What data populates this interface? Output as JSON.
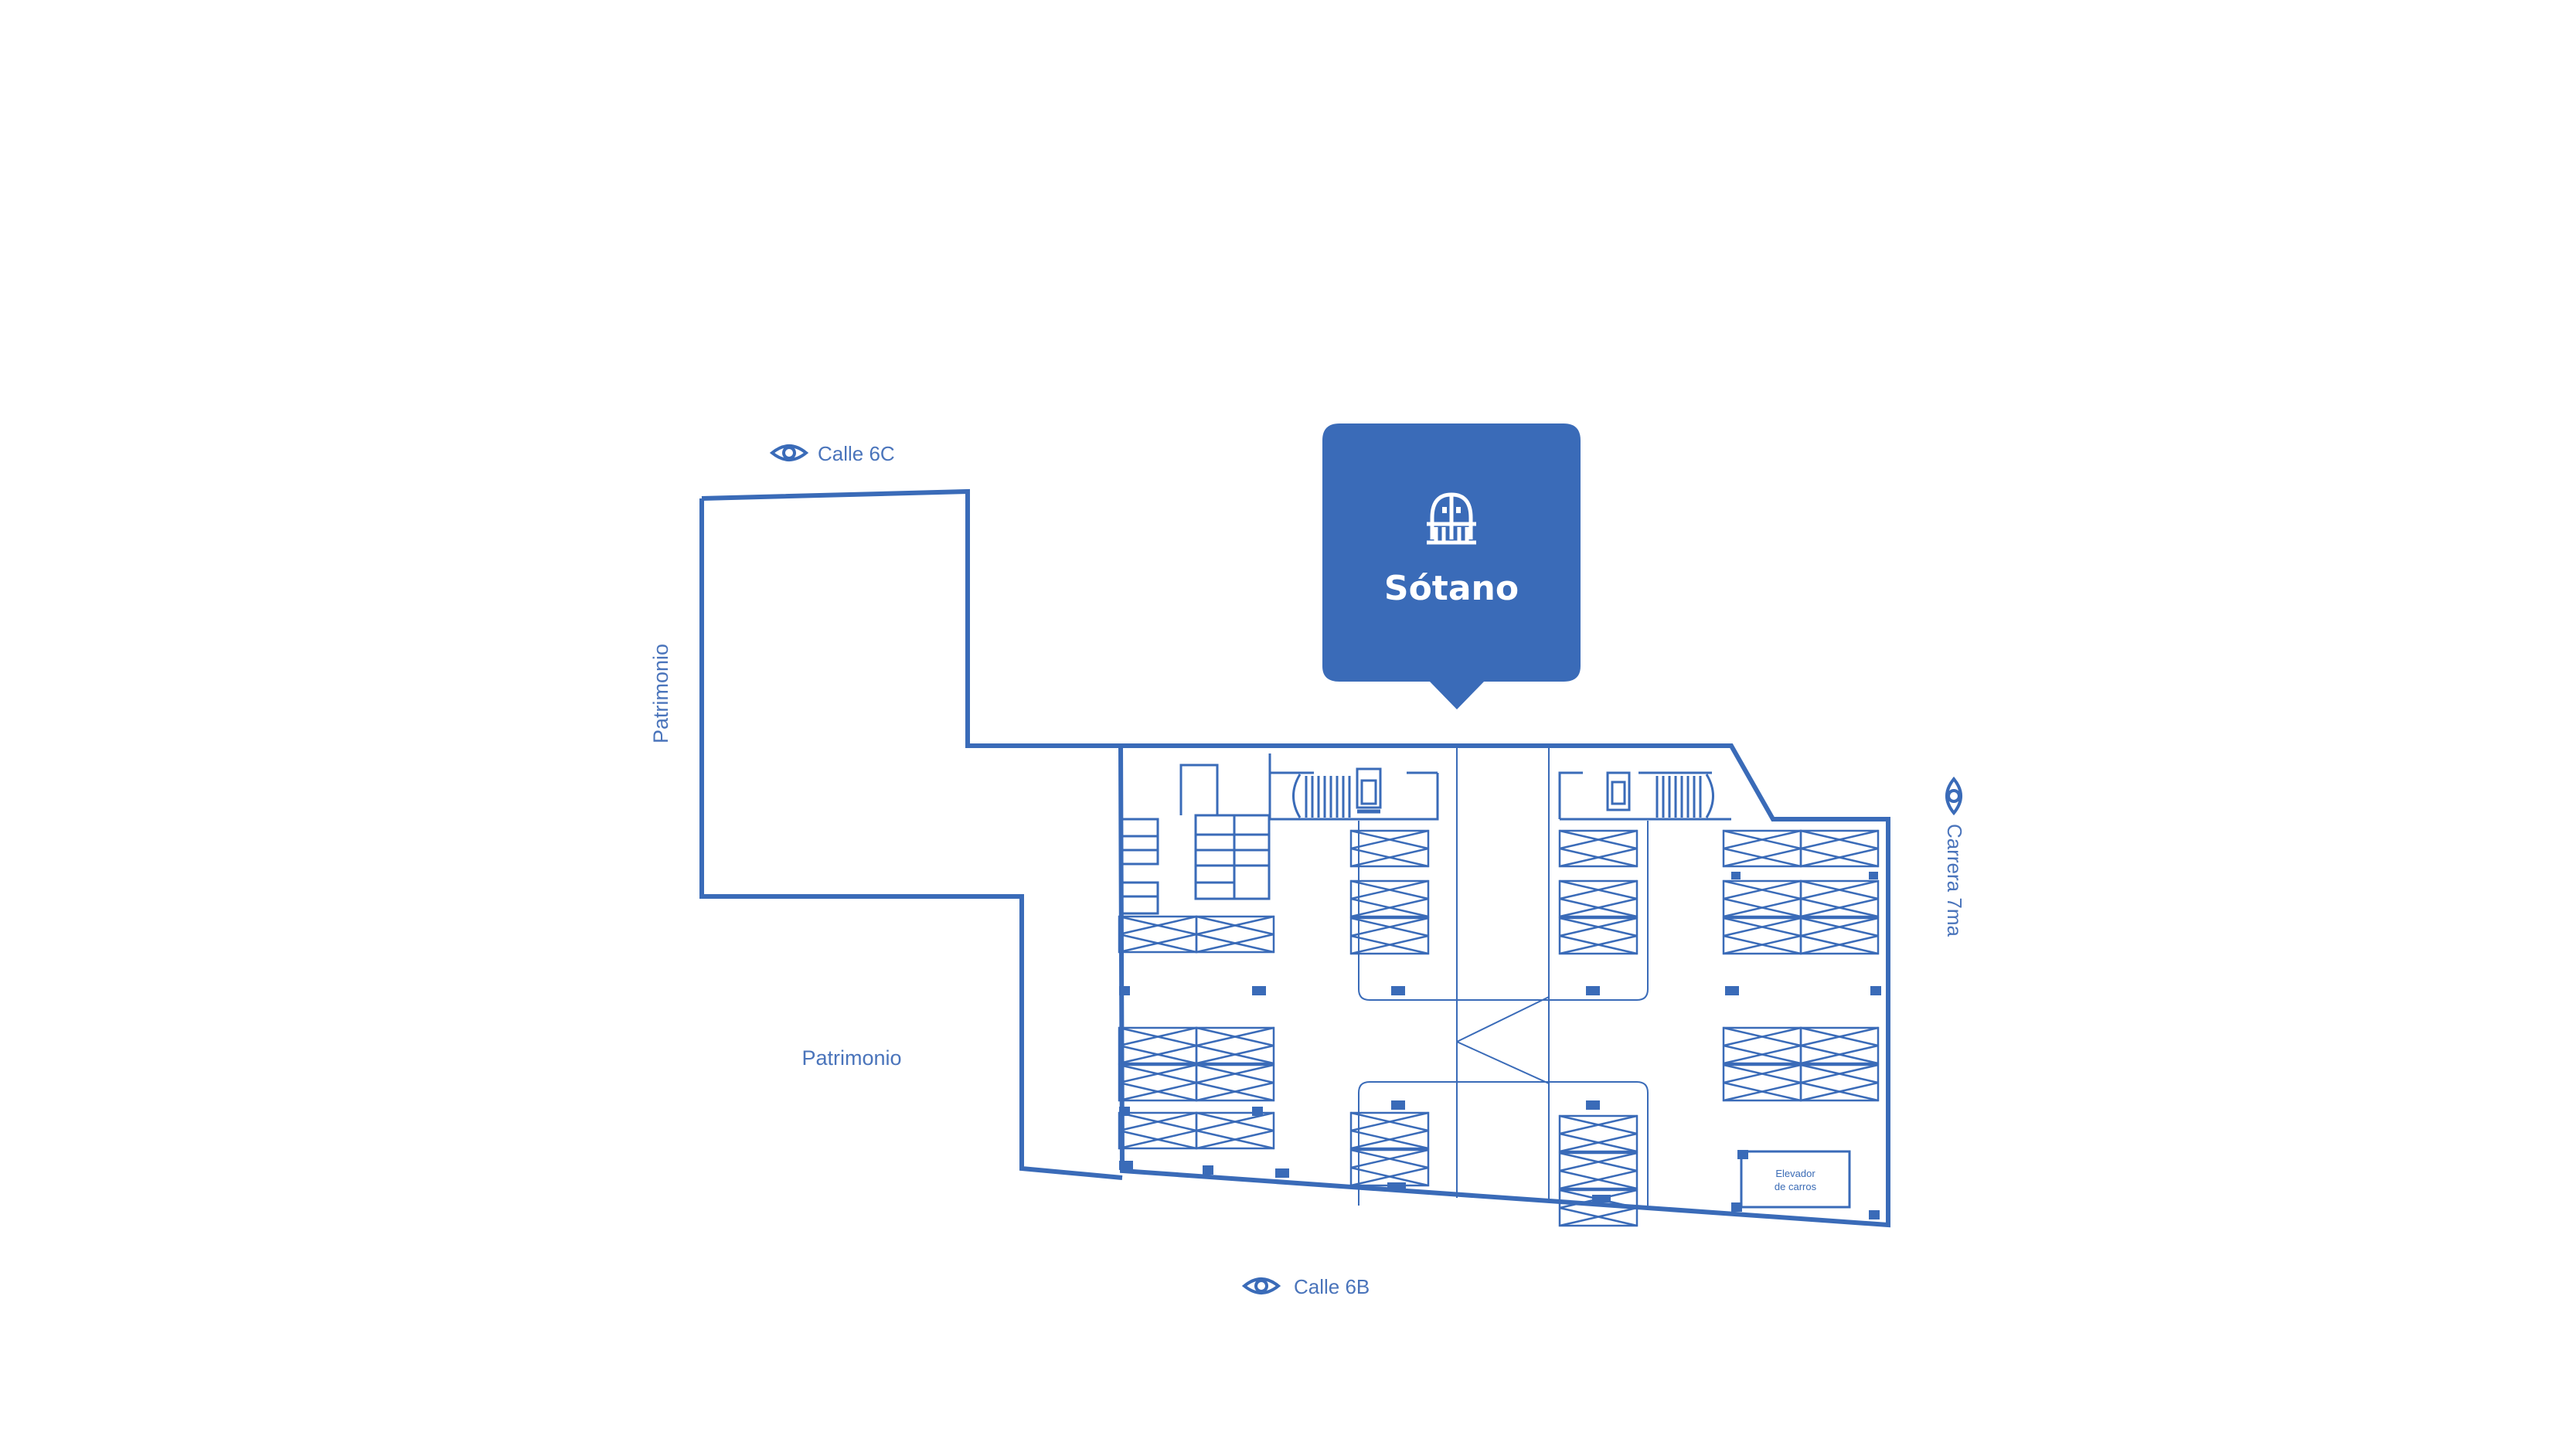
{
  "map": {
    "accent_color": "#3a6bb8",
    "background": "#ffffff"
  },
  "level_callout": {
    "icon": "building-dome-icon",
    "title": "Sótano"
  },
  "streets": {
    "north": {
      "label": "Calle 6C",
      "icon": "eye-icon"
    },
    "south": {
      "label": "Calle 6B",
      "icon": "eye-icon"
    },
    "east": {
      "label": "Carrera 7ma",
      "icon": "eye-icon"
    }
  },
  "boundaries": {
    "west": "Patrimonio",
    "southwest": "Patrimonio"
  },
  "rooms": {
    "car_lift": {
      "line1": "Elevador",
      "line2": "de carros"
    }
  }
}
